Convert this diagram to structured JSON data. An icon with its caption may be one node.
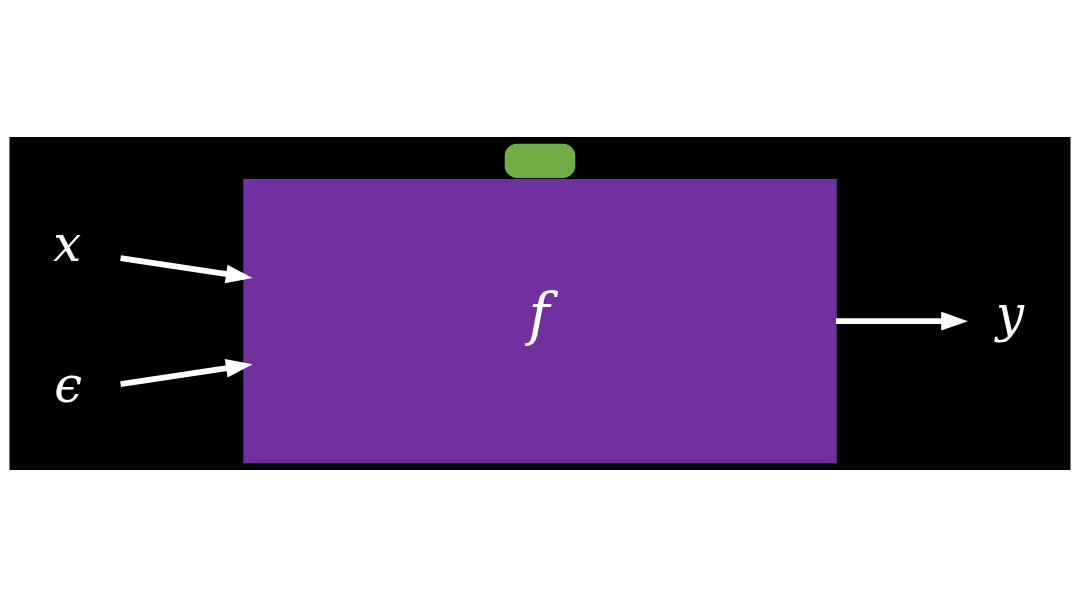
{
  "diagram": {
    "nodes": [
      {
        "text": [
          "x"
        ]
      },
      {
        "text": [
          "ϵ"
        ]
      },
      {
        "text": [
          "f"
        ]
      },
      {
        "text": [],
        "shape": "box"
      },
      {
        "text": [
          "y"
        ]
      }
    ],
    "edges": [
      {
        "from": 0,
        "to": 2,
        "arrow": "to"
      },
      {
        "from": 1,
        "to": 2,
        "arrow": "to"
      },
      {
        "from": 2,
        "to": 4,
        "arrow": "to"
      }
    ]
  }
}
